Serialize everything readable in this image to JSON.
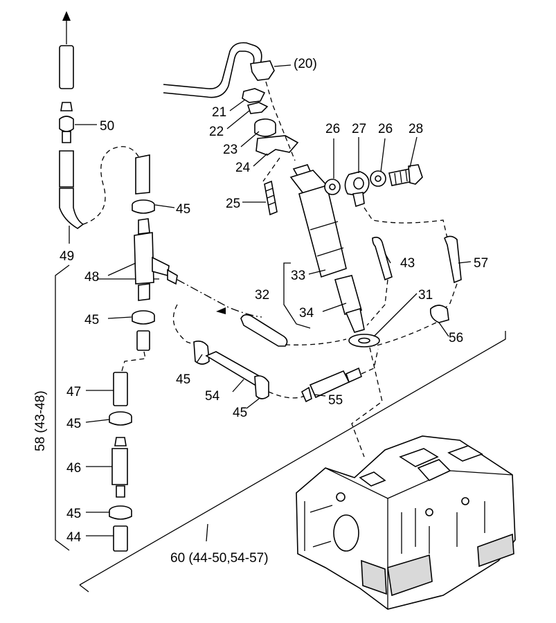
{
  "diagram": {
    "labels": {
      "p20": "(20)",
      "p21": "21",
      "p22": "22",
      "p23": "23",
      "p24": "24",
      "p25": "25",
      "p26a": "26",
      "p27": "27",
      "p26b": "26",
      "p28": "28",
      "p50": "50",
      "p45a": "45",
      "p49": "49",
      "p48": "48",
      "p45b": "45",
      "p47": "47",
      "p45c": "45",
      "p46": "46",
      "p45d": "45",
      "p44": "44",
      "p43": "43",
      "p57": "57",
      "p33": "33",
      "p32": "32",
      "p34": "34",
      "p31": "31",
      "p56": "56",
      "p45e": "45",
      "p54": "54",
      "p45f": "45",
      "p55": "55",
      "g58": "58 (43-48)",
      "g60": "60 (44-50,54-57)"
    },
    "icons": {
      "flow_arrow_up": "arrow-up-icon",
      "flow_arrow_left": "arrow-left-icon"
    }
  }
}
